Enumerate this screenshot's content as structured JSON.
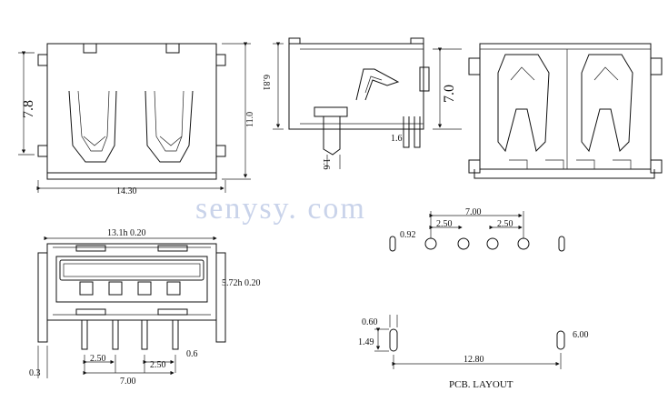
{
  "watermark": "senysy. com",
  "views": {
    "front": {
      "height_label": "7.8",
      "side_height_label": "11.0",
      "width_label": "14.30"
    },
    "side": {
      "height_label": "6.81",
      "pin_gap_label": "1.6",
      "pin_len_label": "1.6"
    },
    "rear": {
      "height_label": "7.0"
    },
    "bottom": {
      "width_label": "13.1h 0.20",
      "height_label": "5.72h 0.20",
      "pin_thickness_label": "0.6",
      "offset_label": "0.3",
      "pitch_label_left": "2.50",
      "pitch_label_right": "2.50",
      "span_label": "7.00"
    },
    "pcb": {
      "span_top_label": "7.00",
      "pitch_left_label": "2.50",
      "pitch_right_label": "2.50",
      "hole_dia_label": "0.92",
      "slot_width_label": "0.60",
      "slot_height_label": "1.49",
      "right_slot_label": "6.00",
      "slot_span_label": "12.80",
      "caption": "PCB. LAYOUT"
    }
  }
}
